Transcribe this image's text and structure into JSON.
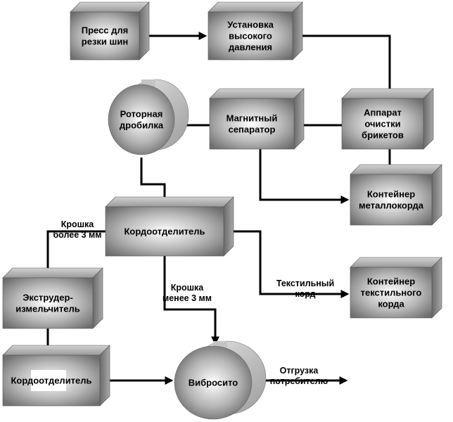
{
  "diagram": {
    "nodes": [
      {
        "id": "press",
        "shape": "box",
        "lines": [
          "Пресс для",
          "резки шин"
        ]
      },
      {
        "id": "high-pressure",
        "shape": "box",
        "lines": [
          "Установка",
          "высокого",
          "давления"
        ]
      },
      {
        "id": "briquette-cleaner",
        "shape": "box",
        "lines": [
          "Аппарат",
          "очистки",
          "брикетов"
        ]
      },
      {
        "id": "magnetic-separator",
        "shape": "box",
        "lines": [
          "Магнитный",
          "сепаратор"
        ]
      },
      {
        "id": "rotary-crusher",
        "shape": "cylinder",
        "lines": [
          "Роторная",
          "дробилка"
        ]
      },
      {
        "id": "metal-cord-container",
        "shape": "box",
        "lines": [
          "Контейнер",
          "металлокорда"
        ]
      },
      {
        "id": "cord-separator-1",
        "shape": "box",
        "lines": [
          "Кордоотделитель"
        ]
      },
      {
        "id": "textile-cord-container",
        "shape": "box",
        "lines": [
          "Контейнер",
          "текстильного",
          "корда"
        ]
      },
      {
        "id": "extruder-grinder",
        "shape": "box",
        "lines": [
          "Экструдер-",
          "измельчитель"
        ]
      },
      {
        "id": "cord-separator-2",
        "shape": "box",
        "lines": [
          "Кордоотделитель"
        ]
      },
      {
        "id": "vibrating-sieve",
        "shape": "cylinder",
        "lines": [
          "Вибросито"
        ]
      }
    ],
    "edge_labels": [
      {
        "id": "crumb-over-3mm",
        "lines": [
          "Крошка",
          "более 3 мм"
        ]
      },
      {
        "id": "crumb-under-3mm",
        "lines": [
          "Крошка",
          "менее 3 мм"
        ]
      },
      {
        "id": "textile-cord",
        "lines": [
          "Текстильный",
          "корд"
        ]
      },
      {
        "id": "shipment",
        "lines": [
          "Отгрузка",
          "потребителю"
        ]
      }
    ]
  }
}
